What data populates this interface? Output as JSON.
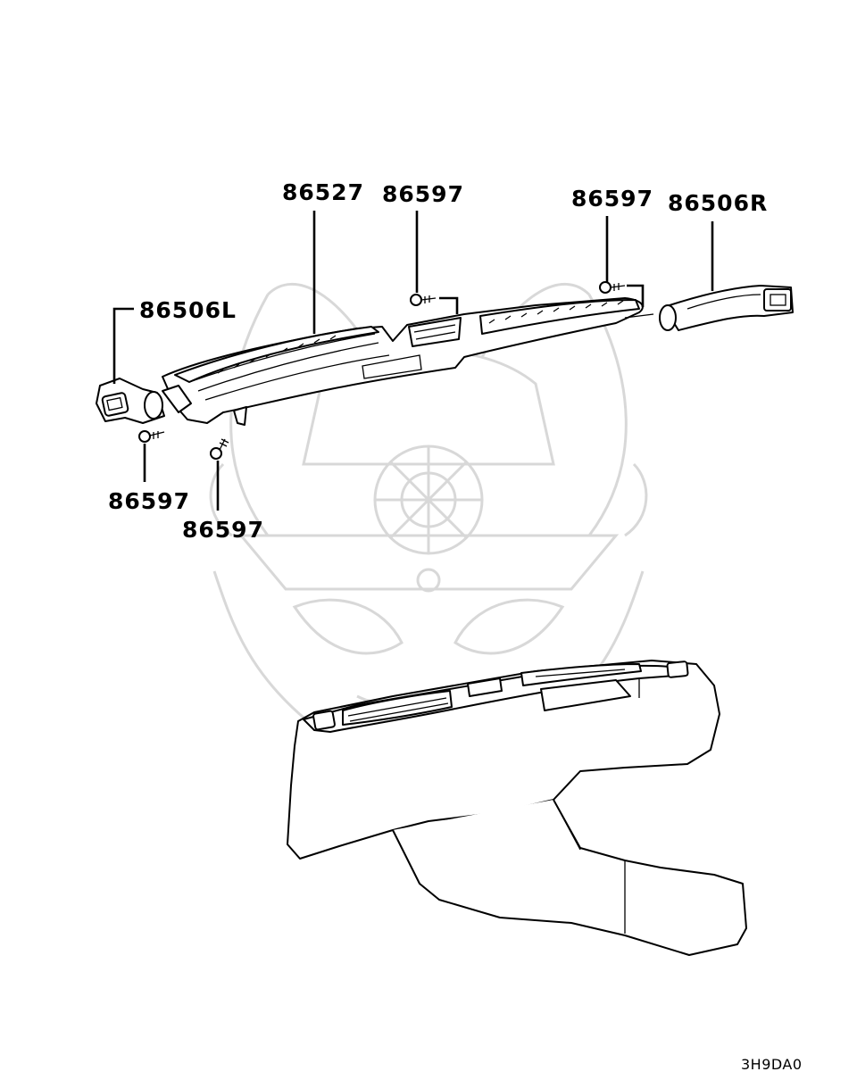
{
  "parts": {
    "center_duct": "86527",
    "screw_center": "86597",
    "screw_right": "86597",
    "right_nozzle": "86506R",
    "left_nozzle": "86506L",
    "screw_lower_left": "86597",
    "screw_lower_mid": "86597"
  },
  "diagram_code": "3H9DA0",
  "icons": {
    "watermark": "samurai-helmet-logo",
    "duct": "center-vent-duct",
    "screw": "tapping-screw"
  }
}
